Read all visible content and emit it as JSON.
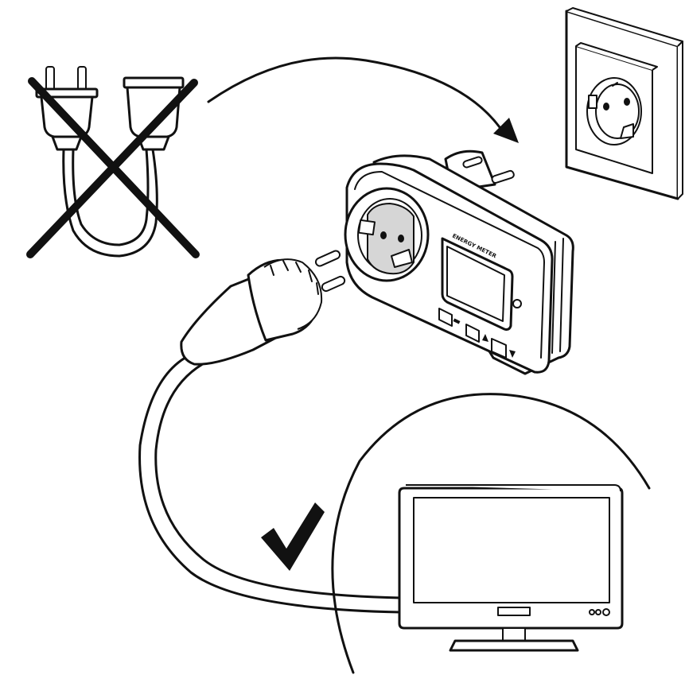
{
  "diagram": {
    "type": "installation-instruction",
    "steps": [
      {
        "id": "no-extension-cord",
        "status": "not-allowed",
        "mark": "cross"
      },
      {
        "id": "plug-meter-into-wall-socket",
        "status": "instruction",
        "mark": "arrow"
      },
      {
        "id": "plug-appliance-into-meter",
        "status": "allowed",
        "mark": "check"
      }
    ]
  },
  "device": {
    "label": "ENERGY METER",
    "buttons": [
      "set-button",
      "up-button",
      "down-button"
    ]
  },
  "colors": {
    "ink": "#111111",
    "paper": "#ffffff",
    "shade": "#d6d6d6"
  },
  "icons": [
    "cross-mark-icon",
    "check-mark-icon",
    "arrow-icon",
    "wall-socket-icon",
    "energy-meter-icon",
    "power-plug-icon",
    "tv-icon"
  ]
}
